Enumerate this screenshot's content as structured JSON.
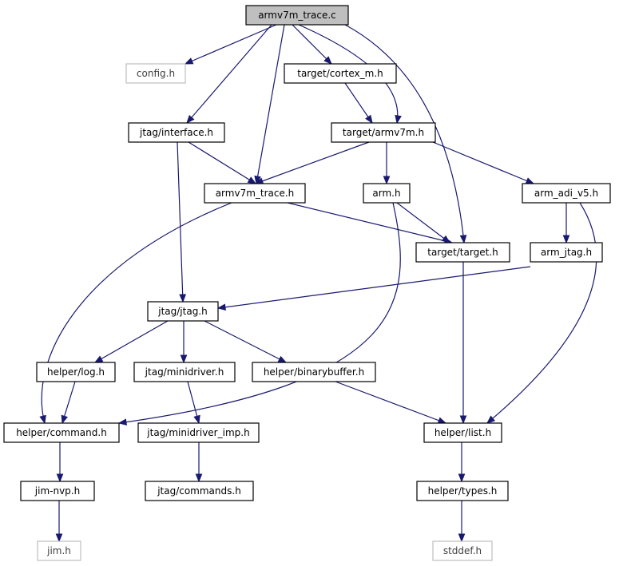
{
  "diagram": {
    "type": "include-dependency-graph",
    "colors": {
      "edge": "#191970",
      "node_border": "#000000",
      "root_fill": "#bfbfbf",
      "external_border": "#bfbfbf",
      "background": "#ffffff"
    },
    "nodes": [
      {
        "id": "root",
        "label": "armv7m_trace.c",
        "kind": "root"
      },
      {
        "id": "config",
        "label": "config.h",
        "kind": "external"
      },
      {
        "id": "cortex_m",
        "label": "target/cortex_m.h",
        "kind": "normal"
      },
      {
        "id": "interface",
        "label": "jtag/interface.h",
        "kind": "normal"
      },
      {
        "id": "armv7m",
        "label": "target/armv7m.h",
        "kind": "normal"
      },
      {
        "id": "armv7m_trace",
        "label": "armv7m_trace.h",
        "kind": "normal"
      },
      {
        "id": "arm",
        "label": "arm.h",
        "kind": "normal"
      },
      {
        "id": "arm_adi",
        "label": "arm_adi_v5.h",
        "kind": "normal"
      },
      {
        "id": "target",
        "label": "target/target.h",
        "kind": "normal"
      },
      {
        "id": "arm_jtag",
        "label": "arm_jtag.h",
        "kind": "normal"
      },
      {
        "id": "jtag",
        "label": "jtag/jtag.h",
        "kind": "normal"
      },
      {
        "id": "log",
        "label": "helper/log.h",
        "kind": "normal"
      },
      {
        "id": "minidriver",
        "label": "jtag/minidriver.h",
        "kind": "normal"
      },
      {
        "id": "binarybuffer",
        "label": "helper/binarybuffer.h",
        "kind": "normal"
      },
      {
        "id": "command",
        "label": "helper/command.h",
        "kind": "normal"
      },
      {
        "id": "minidriver_imp",
        "label": "jtag/minidriver_imp.h",
        "kind": "normal"
      },
      {
        "id": "list",
        "label": "helper/list.h",
        "kind": "normal"
      },
      {
        "id": "jimnvp",
        "label": "jim-nvp.h",
        "kind": "normal"
      },
      {
        "id": "commands",
        "label": "jtag/commands.h",
        "kind": "normal"
      },
      {
        "id": "types",
        "label": "helper/types.h",
        "kind": "normal"
      },
      {
        "id": "jim",
        "label": "jim.h",
        "kind": "external"
      },
      {
        "id": "stddef",
        "label": "stddef.h",
        "kind": "external"
      }
    ],
    "edges": [
      {
        "from": "root",
        "to": "config"
      },
      {
        "from": "root",
        "to": "cortex_m"
      },
      {
        "from": "root",
        "to": "interface"
      },
      {
        "from": "root",
        "to": "armv7m_trace"
      },
      {
        "from": "root",
        "to": "armv7m"
      },
      {
        "from": "root",
        "to": "target"
      },
      {
        "from": "cortex_m",
        "to": "armv7m"
      },
      {
        "from": "interface",
        "to": "armv7m_trace"
      },
      {
        "from": "interface",
        "to": "jtag"
      },
      {
        "from": "armv7m",
        "to": "armv7m_trace"
      },
      {
        "from": "armv7m",
        "to": "arm"
      },
      {
        "from": "armv7m",
        "to": "arm_adi"
      },
      {
        "from": "armv7m_trace",
        "to": "target"
      },
      {
        "from": "armv7m_trace",
        "to": "command"
      },
      {
        "from": "arm",
        "to": "target"
      },
      {
        "from": "arm",
        "to": "command"
      },
      {
        "from": "arm_adi",
        "to": "arm_jtag"
      },
      {
        "from": "arm_adi",
        "to": "list"
      },
      {
        "from": "arm_jtag",
        "to": "jtag"
      },
      {
        "from": "target",
        "to": "list"
      },
      {
        "from": "jtag",
        "to": "log"
      },
      {
        "from": "jtag",
        "to": "minidriver"
      },
      {
        "from": "jtag",
        "to": "binarybuffer"
      },
      {
        "from": "log",
        "to": "command"
      },
      {
        "from": "minidriver",
        "to": "minidriver_imp"
      },
      {
        "from": "binarybuffer",
        "to": "list"
      },
      {
        "from": "command",
        "to": "jimnvp"
      },
      {
        "from": "minidriver_imp",
        "to": "commands"
      },
      {
        "from": "list",
        "to": "types"
      },
      {
        "from": "jimnvp",
        "to": "jim"
      },
      {
        "from": "types",
        "to": "stddef"
      }
    ]
  }
}
